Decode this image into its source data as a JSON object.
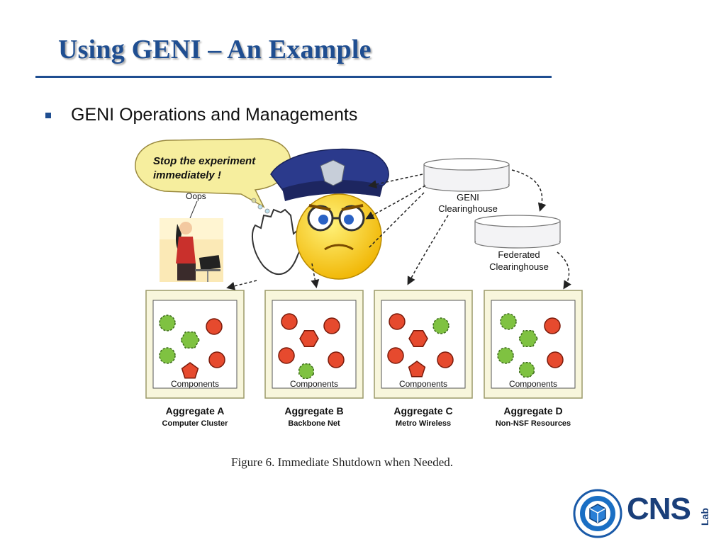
{
  "slide": {
    "title": "Using GENI – An Example",
    "bullet": "GENI Operations and Managements"
  },
  "figure": {
    "speech_bubble": "Stop the experiment immediately !",
    "user_exclamation": "Oops",
    "clearinghouses": [
      {
        "label_line1": "GENI",
        "label_line2": "Clearinghouse"
      },
      {
        "label_line1": "Federated",
        "label_line2": "Clearinghouse"
      }
    ],
    "aggregates": [
      {
        "box_label": "Components",
        "name": "Aggregate A",
        "subtitle": "Computer Cluster"
      },
      {
        "box_label": "Components",
        "name": "Aggregate B",
        "subtitle": "Backbone Net"
      },
      {
        "box_label": "Components",
        "name": "Aggregate C",
        "subtitle": "Metro Wireless"
      },
      {
        "box_label": "Components",
        "name": "Aggregate D",
        "subtitle": "Non-NSF Resources"
      }
    ],
    "caption": "Figure 6. Immediate Shutdown when Needed."
  },
  "logo": {
    "main": "CNS",
    "sub": "Lab"
  },
  "colors": {
    "title_blue": "#1f4e91",
    "bubble_yellow": "#f6ee9e",
    "panel_cream": "#f8f6dc",
    "component_red": "#e64a2e",
    "component_green": "#7fc241",
    "police_blue": "#2b3a8c",
    "face_yellow": "#f5c91a"
  }
}
